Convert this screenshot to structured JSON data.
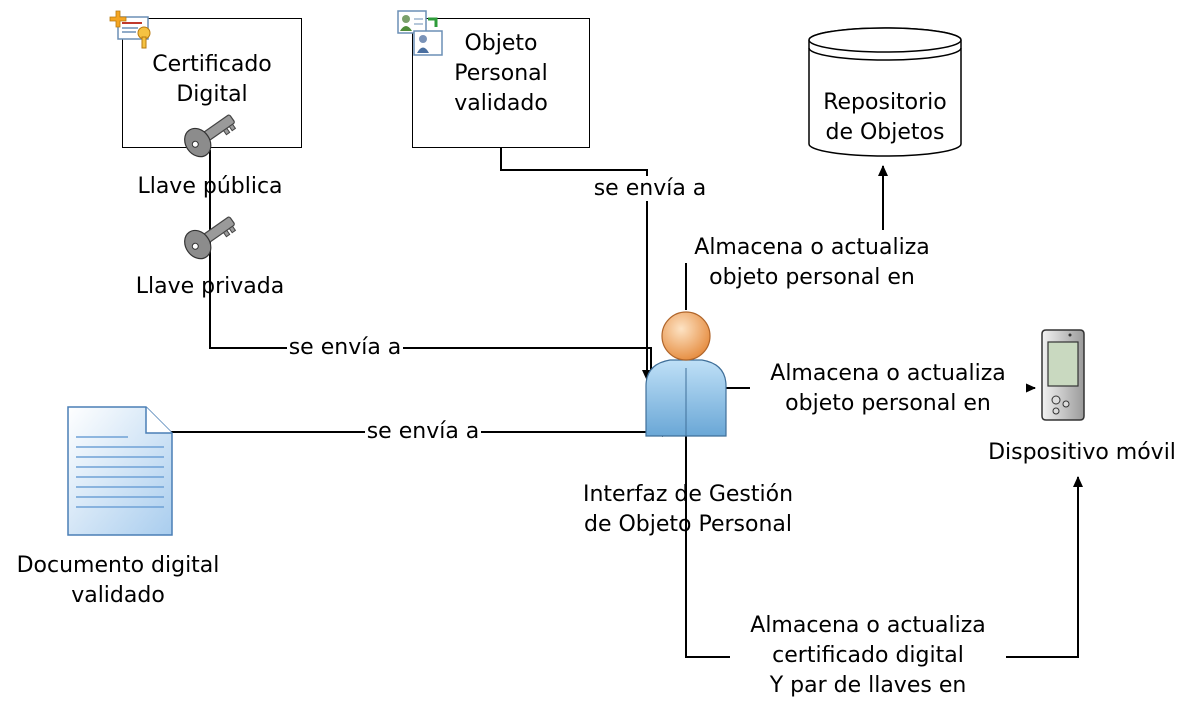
{
  "nodes": {
    "certificado": {
      "lines": [
        "Certificado",
        "Digital"
      ]
    },
    "objeto_personal": {
      "lines": [
        "Objeto",
        "Personal",
        "validado"
      ]
    },
    "repositorio": {
      "lines": [
        "Repositorio",
        "de Objetos"
      ]
    },
    "llave_publica": "Llave pública",
    "llave_privada": "Llave privada",
    "documento": {
      "lines": [
        "Documento digital",
        "validado"
      ]
    },
    "interfaz": {
      "lines": [
        "Interfaz de Gestión",
        "de Objeto Personal"
      ]
    },
    "dispositivo": "Dispositivo móvil"
  },
  "edges": {
    "objeto_to_interfaz": "se envía a",
    "llaves_to_interfaz": "se envía a",
    "documento_to_interfaz": "se envía a",
    "interfaz_to_repositorio": [
      "Almacena o actualiza",
      "objeto personal en"
    ],
    "interfaz_to_dispositivo": [
      "Almacena o actualiza",
      "objeto personal en"
    ],
    "interfaz_to_dispositivo_cert": [
      "Almacena o actualiza",
      "certificado digital",
      "Y par de llaves en"
    ]
  },
  "colors": {
    "stroke": "#000000",
    "document_fill": "#d6e8f7",
    "person_body": "#8fc2e8",
    "person_head": "#f2a35e",
    "key_metal": "#8c8c8c",
    "accent_orange": "#f5a623"
  },
  "icons": [
    "certificate-icon",
    "user-cards-icon",
    "key-icon",
    "document-icon",
    "user-icon",
    "mobile-device-icon",
    "database-icon"
  ]
}
